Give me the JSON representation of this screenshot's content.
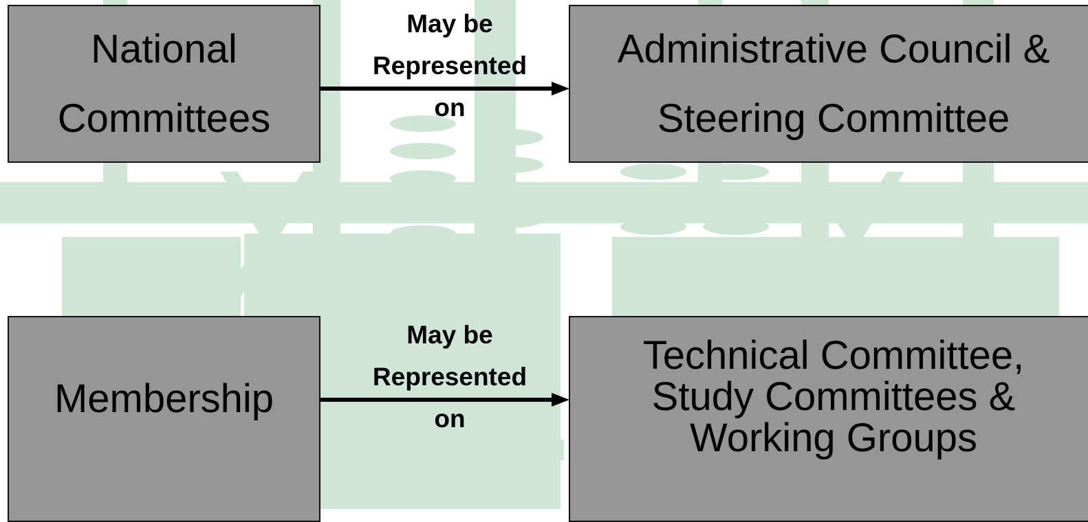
{
  "diagram": {
    "boxes": {
      "national_committees": [
        "National",
        "Committees"
      ],
      "admin_council": [
        "Administrative Council &",
        "Steering Committee"
      ],
      "membership": [
        "Membership"
      ],
      "technical_committee": [
        "Technical Committee,",
        "Study Committees &",
        "Working Groups"
      ]
    },
    "connectors": {
      "top": [
        "May be",
        "Represented",
        "on"
      ],
      "bottom": [
        "May be",
        "Represented",
        "on"
      ]
    }
  },
  "colors": {
    "box_fill": "#969696",
    "box_border": "#111111",
    "background": "#ffffff",
    "background_motif": "#cfe6d6",
    "arrow": "#000000"
  }
}
